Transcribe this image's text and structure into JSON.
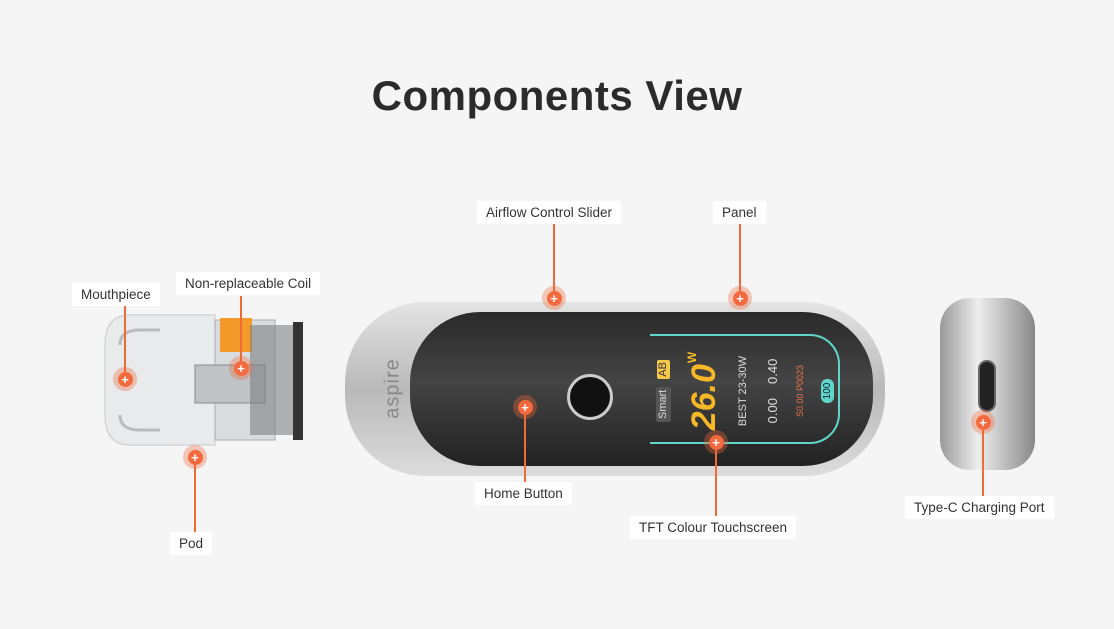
{
  "title": "Components View",
  "labels": {
    "mouthpiece": "Mouthpiece",
    "coil": "Non-replaceable Coil",
    "pod": "Pod",
    "airflow": "Airflow Control Slider",
    "panel": "Panel",
    "home": "Home Button",
    "tft": "TFT Colour Touchscreen",
    "typec": "Type-C Charging Port"
  },
  "device": {
    "brand": "aspire",
    "screen": {
      "mode": "Smart",
      "ab": "AB",
      "wattage": "26.0",
      "unit": "W",
      "best": "BEST 23-30W",
      "voltage": "0.00",
      "resistance": "0.40",
      "stats": "S0.00  P0023",
      "battery": "100"
    }
  },
  "colors": {
    "accent": "#f26a3d",
    "screen_border": "#5fd6c9"
  }
}
